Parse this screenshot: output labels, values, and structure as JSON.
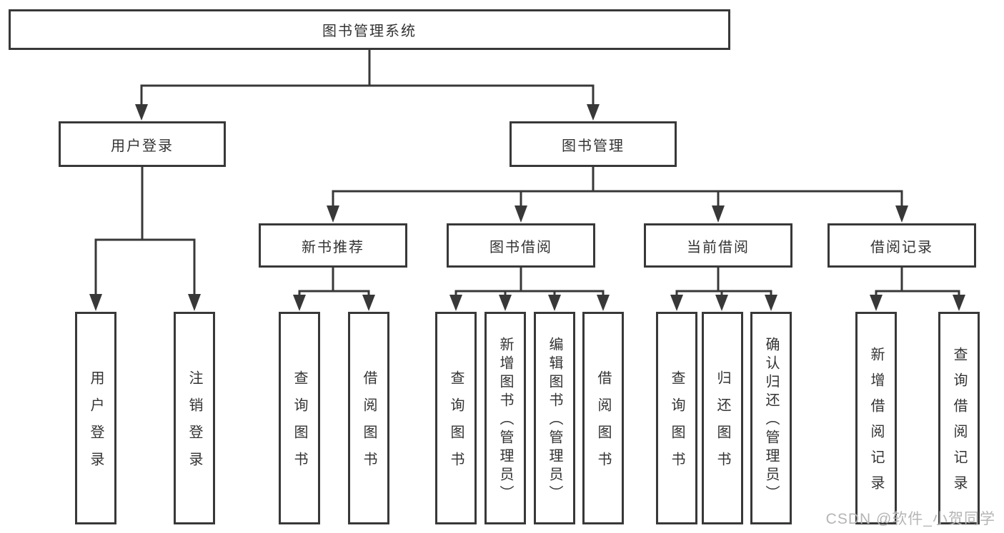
{
  "diagram_title": "图书管理系统",
  "colors": {
    "line": "#383838",
    "box_border": "#383838",
    "text": "#333333",
    "background": "#ffffff",
    "watermark": "#b5b5b5"
  },
  "tree": {
    "label": "图书管理系统",
    "children": [
      {
        "label": "用户登录",
        "children": [
          {
            "label": "用户登录"
          },
          {
            "label": "注销登录"
          }
        ]
      },
      {
        "label": "图书管理",
        "children": [
          {
            "label": "新书推荐",
            "children": [
              {
                "label": "查询图书"
              },
              {
                "label": "借阅图书"
              }
            ]
          },
          {
            "label": "图书借阅",
            "children": [
              {
                "label": "查询图书"
              },
              {
                "label": "新增图书（管理员）"
              },
              {
                "label": "编辑图书（管理员）"
              },
              {
                "label": "借阅图书"
              }
            ]
          },
          {
            "label": "当前借阅",
            "children": [
              {
                "label": "查询图书"
              },
              {
                "label": "归还图书"
              },
              {
                "label": "确认归还（管理员）"
              }
            ]
          },
          {
            "label": "借阅记录",
            "children": [
              {
                "label": "新增借阅记录"
              },
              {
                "label": "查询借阅记录"
              }
            ]
          }
        ]
      }
    ]
  },
  "watermark": {
    "text": "CSDN @软件_小贺同学"
  }
}
